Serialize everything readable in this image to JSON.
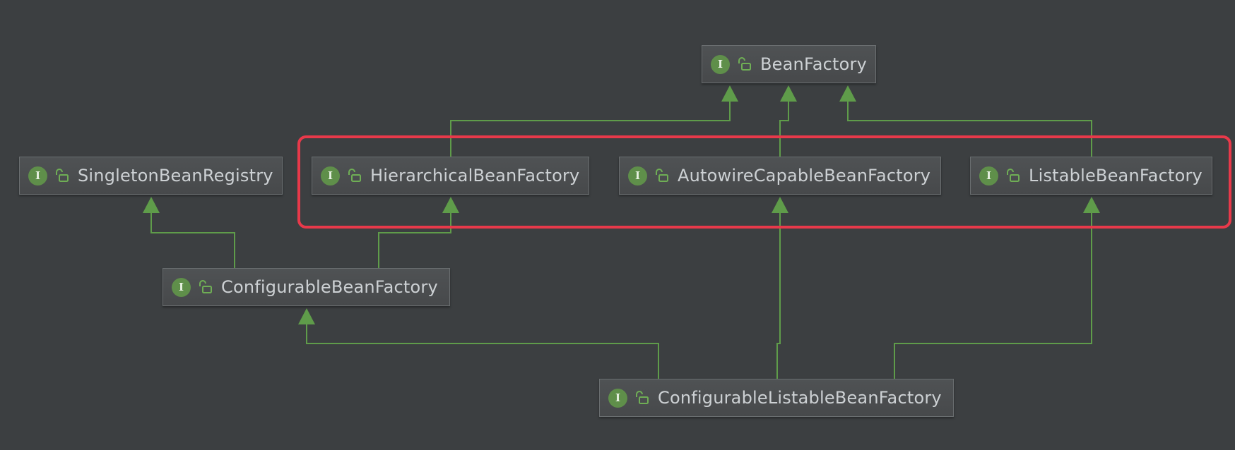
{
  "diagram": {
    "kind": "class-hierarchy",
    "colors": {
      "background": "#3c3f41",
      "edge": "#5f9c4a",
      "badge": "#5f8f4a",
      "node_text": "#cdd1d4",
      "highlight": "#e8394a"
    },
    "badge_letter": "I",
    "icons": {
      "type_badge": "interface-icon",
      "access": "lock-open-icon"
    },
    "nodes": [
      {
        "id": "bean-factory",
        "label": "BeanFactory"
      },
      {
        "id": "singleton-bean-registry",
        "label": "SingletonBeanRegistry"
      },
      {
        "id": "hierarchical-bean-factory",
        "label": "HierarchicalBeanFactory"
      },
      {
        "id": "autowire-capable-bean-factory",
        "label": "AutowireCapableBeanFactory"
      },
      {
        "id": "listable-bean-factory",
        "label": "ListableBeanFactory"
      },
      {
        "id": "configurable-bean-factory",
        "label": "ConfigurableBeanFactory"
      },
      {
        "id": "configurable-listable-bean-factory",
        "label": "ConfigurableListableBeanFactory"
      }
    ],
    "edges": [
      {
        "from": "hierarchical-bean-factory",
        "to": "bean-factory"
      },
      {
        "from": "autowire-capable-bean-factory",
        "to": "bean-factory"
      },
      {
        "from": "listable-bean-factory",
        "to": "bean-factory"
      },
      {
        "from": "configurable-bean-factory",
        "to": "singleton-bean-registry"
      },
      {
        "from": "configurable-bean-factory",
        "to": "hierarchical-bean-factory"
      },
      {
        "from": "configurable-listable-bean-factory",
        "to": "configurable-bean-factory"
      },
      {
        "from": "configurable-listable-bean-factory",
        "to": "autowire-capable-bean-factory"
      },
      {
        "from": "configurable-listable-bean-factory",
        "to": "listable-bean-factory"
      }
    ],
    "highlighted_group": [
      "hierarchical-bean-factory",
      "autowire-capable-bean-factory",
      "listable-bean-factory"
    ]
  }
}
